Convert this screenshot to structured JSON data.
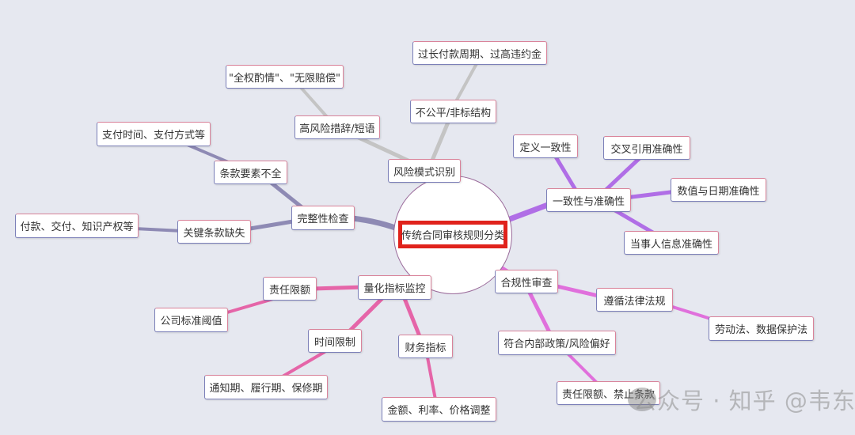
{
  "root": "传统合同审核规则分类",
  "colors": {
    "risk": "#c4c4c4",
    "integrity": "#8e8ab4",
    "consistency": "#b06ee6",
    "compliance": "#e070dc",
    "metrics": "#e565a8",
    "root_highlight": "#e0231c"
  },
  "branches": {
    "risk": {
      "label": "风险模式识别",
      "unfair": {
        "label": "不公平/非标结构",
        "leaf": "过长付款周期、过高违约金"
      },
      "phrases": {
        "label": "高风险措辞/短语",
        "leaf": "\"全权酌情\"、\"无限赔偿\""
      }
    },
    "integrity": {
      "label": "完整性检查",
      "elements": {
        "label": "条款要素不全",
        "leaf": "支付时间、支付方式等"
      },
      "missing": {
        "label": "关键条款缺失",
        "leaf": "付款、交付、知识产权等"
      }
    },
    "consistency": {
      "label": "一致性与准确性",
      "items": [
        "定义一致性",
        "交叉引用准确性",
        "数值与日期准确性",
        "当事人信息准确性"
      ]
    },
    "compliance": {
      "label": "合规性审查",
      "law": {
        "label": "遵循法律法规",
        "leaf": "劳动法、数据保护法"
      },
      "policy": {
        "label": "符合内部政策/风险偏好",
        "leaf": "责任限额、禁止条款"
      }
    },
    "metrics": {
      "label": "量化指标监控",
      "liability": {
        "label": "责任限额",
        "leaf": "公司标准阈值"
      },
      "time": {
        "label": "时间限制",
        "leaf": "通知期、履行期、保修期"
      },
      "finance": {
        "label": "财务指标",
        "leaf": "金额、利率、价格调整"
      }
    }
  },
  "watermark": "公众号 · 知乎 @韦东东"
}
